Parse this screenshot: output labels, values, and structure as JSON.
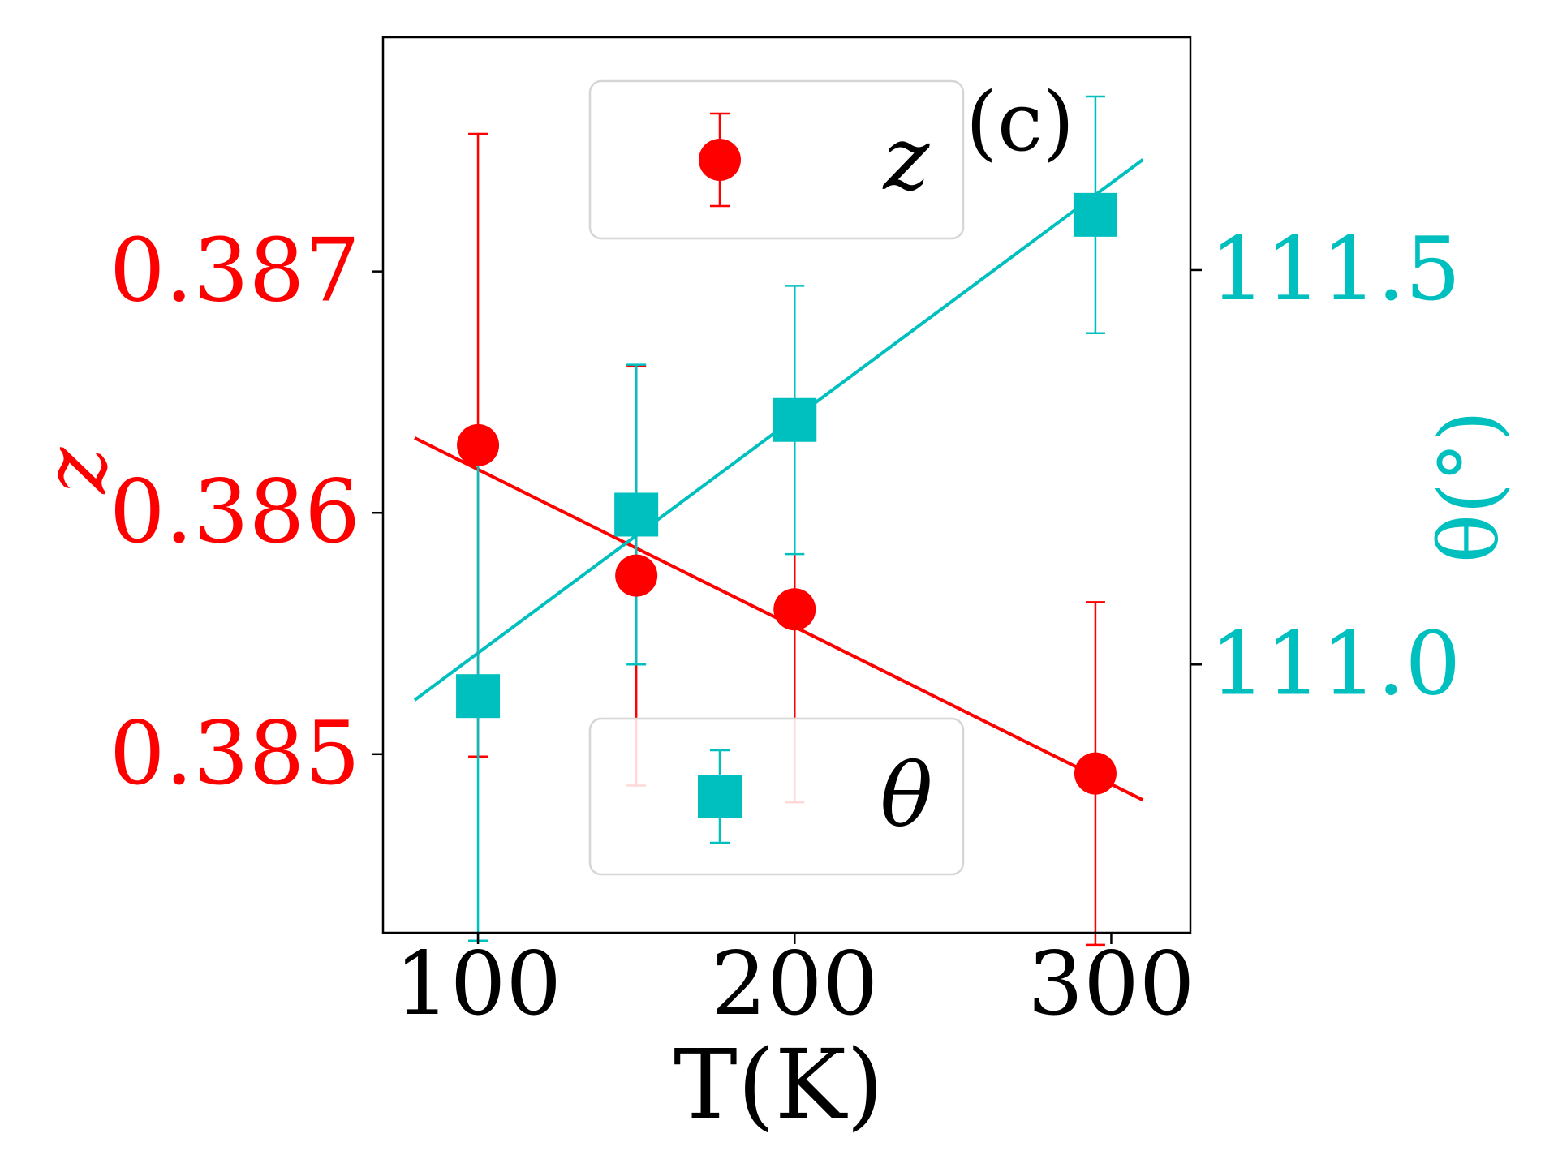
{
  "chart_data": {
    "type": "scatter",
    "panel_label": "(c)",
    "xlabel": "T(K)",
    "xlim": [
      70,
      325
    ],
    "xticks": [
      100,
      200,
      300
    ],
    "y_left": {
      "label": "z",
      "color": "#ff0000",
      "lim": [
        0.38426,
        0.38797
      ],
      "ticks": [
        0.385,
        0.386,
        0.387
      ],
      "tick_labels": [
        "0.385",
        "0.386",
        "0.387"
      ]
    },
    "y_right": {
      "label": "θ(°)",
      "color": "#00bfbf",
      "lim": [
        110.66,
        111.795
      ],
      "ticks": [
        111.0,
        111.5
      ],
      "tick_labels": [
        "111.0",
        "111.5"
      ]
    },
    "series": [
      {
        "name": "z",
        "axis": "left",
        "color": "#ff0000",
        "marker": "circle",
        "x": [
          100,
          150,
          200,
          295
        ],
        "y": [
          0.38628,
          0.38574,
          0.3856,
          0.38492
        ],
        "yerr": [
          0.00129,
          0.00087,
          0.0008,
          0.00071
        ],
        "fit": {
          "x": [
            80,
            310
          ],
          "y": [
            0.38631,
            0.38481
          ]
        }
      },
      {
        "name": "θ",
        "axis": "right",
        "color": "#00bfbf",
        "marker": "square",
        "x": [
          100,
          150,
          200,
          295
        ],
        "y": [
          110.96,
          111.19,
          111.31,
          111.57
        ],
        "yerr": [
          0.31,
          0.19,
          0.17,
          0.15
        ],
        "fit": {
          "x": [
            80,
            310
          ],
          "y": [
            110.955,
            111.64
          ]
        }
      }
    ],
    "legends": [
      {
        "label": "z",
        "placement": "upper-center"
      },
      {
        "label": "θ",
        "placement": "lower-center"
      }
    ]
  }
}
